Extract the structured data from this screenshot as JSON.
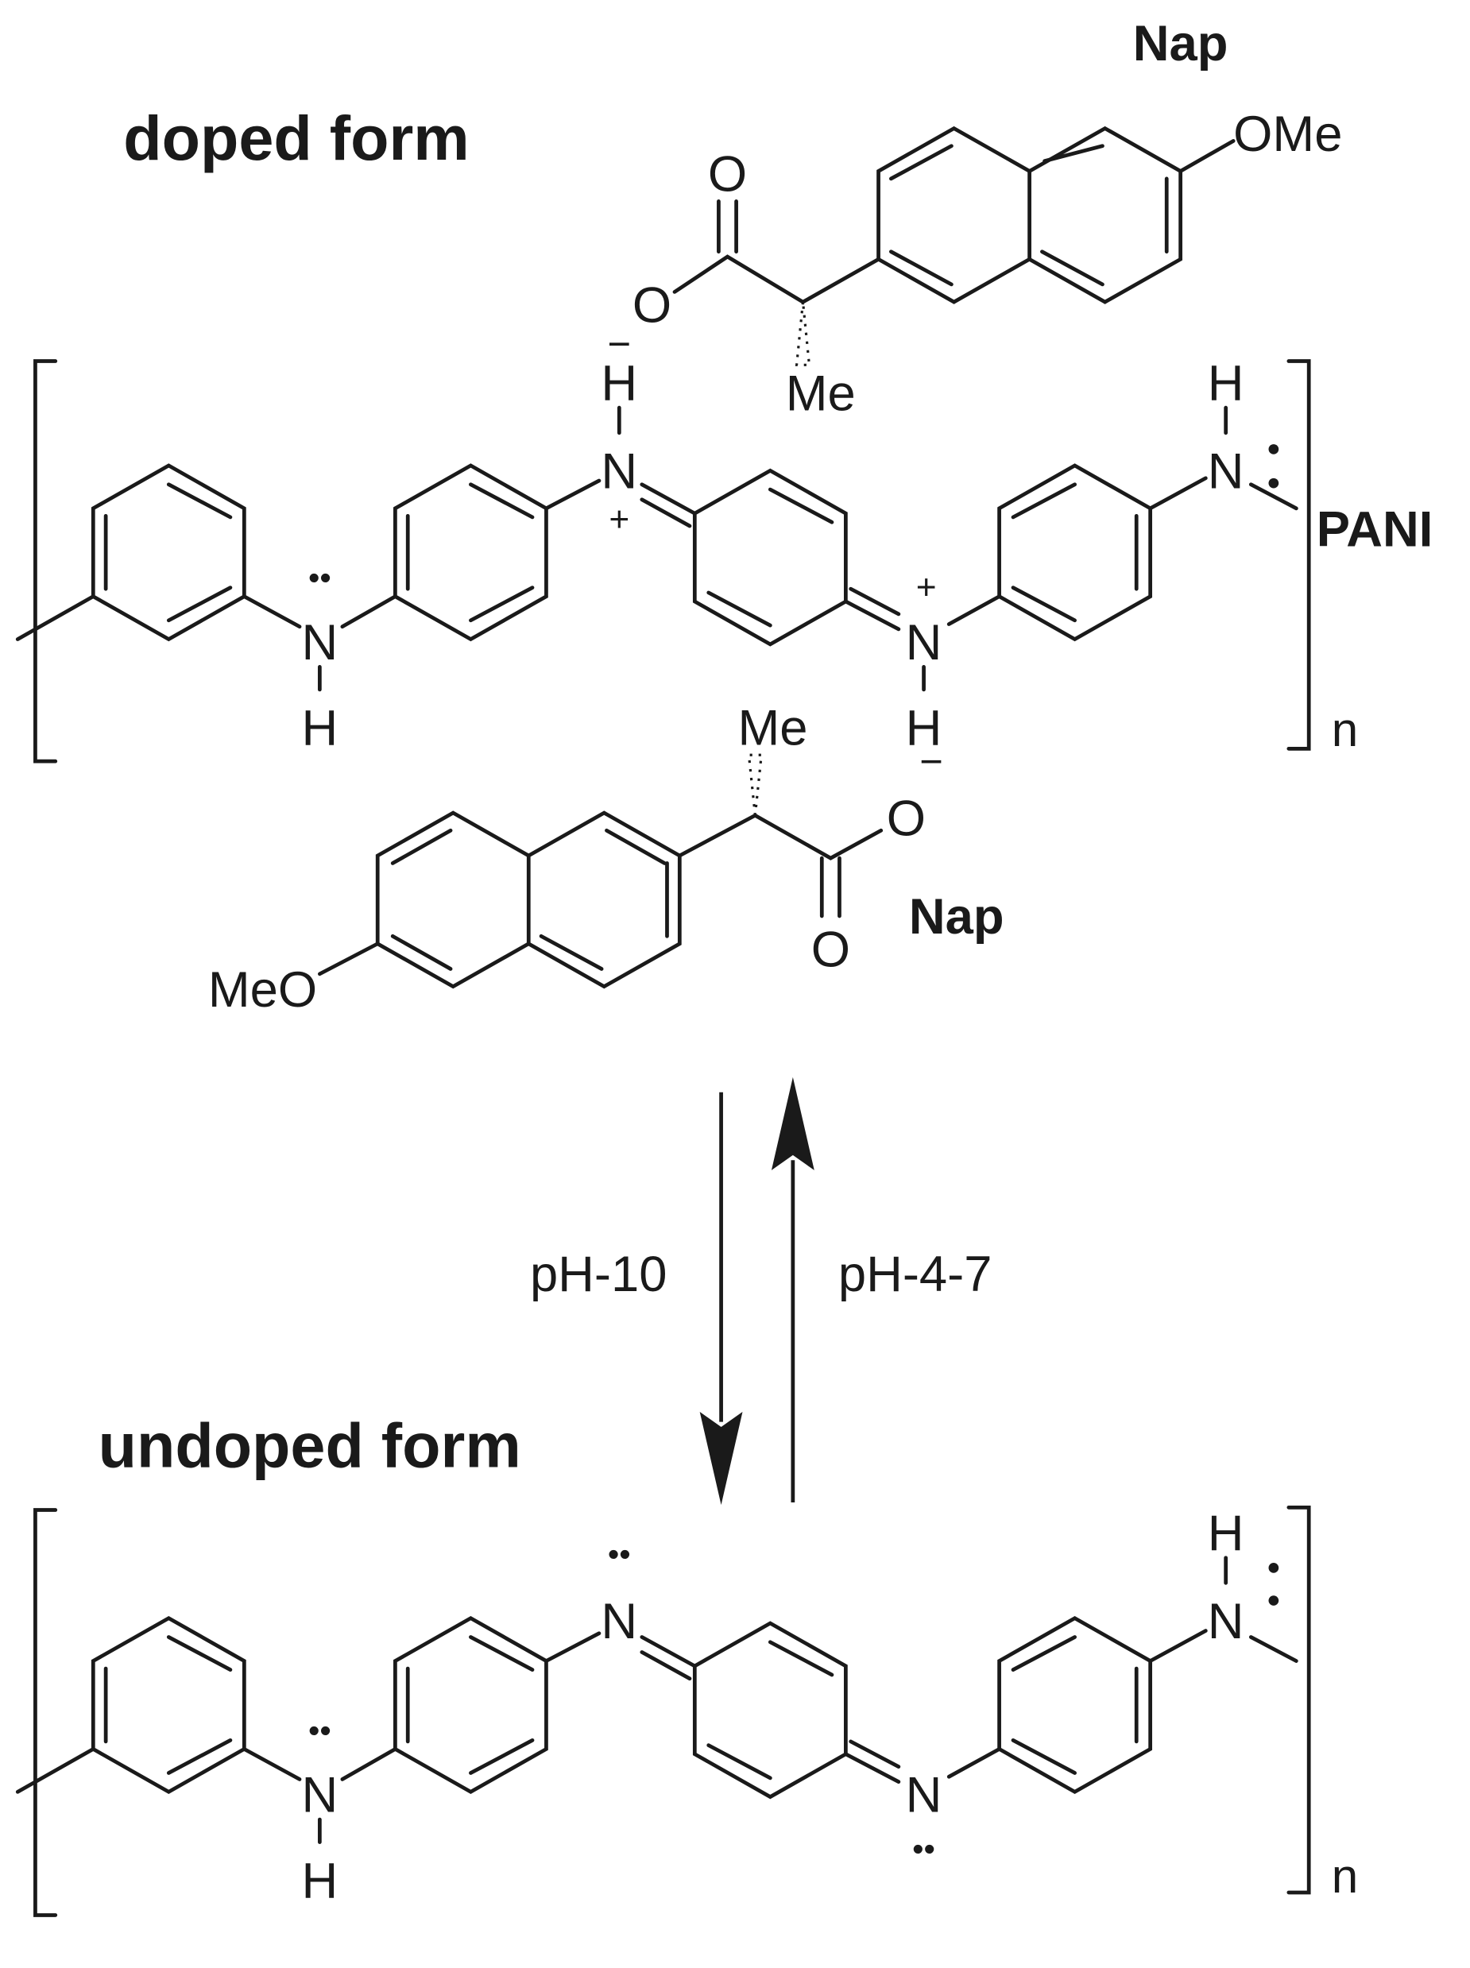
{
  "title_doped": "doped form",
  "title_undoped": "undoped form",
  "polymer_label": "PANI",
  "counterion_label": "Nap",
  "methoxy_right": "OMe",
  "methoxy_left": "MeO",
  "methyl": "Me",
  "oxygen": "O",
  "nitrogen": "N",
  "hydrogen": "H",
  "plus": "+",
  "minus": "−",
  "lone_pair": "••",
  "repeat_index": "n",
  "forward_condition": "pH-10",
  "reverse_condition": "pH-4-7"
}
